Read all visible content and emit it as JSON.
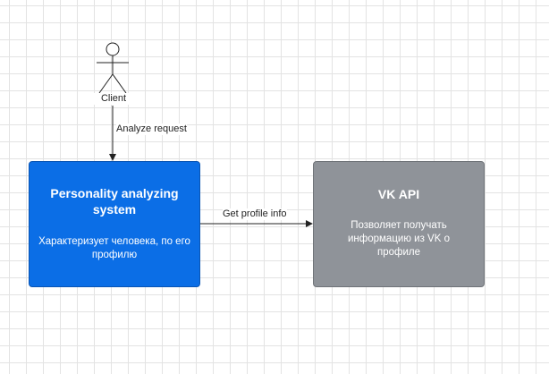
{
  "diagram": {
    "actor": {
      "label": "Client"
    },
    "edges": {
      "analyze_request": "Analyze request",
      "get_profile_info": "Get profile info"
    },
    "nodes": {
      "system": {
        "title": "Personality analyzing system",
        "description": "Характеризует человека, по его профилю",
        "fill": "#0b6ee6"
      },
      "vk_api": {
        "title": "VK API",
        "description": "Позволяет получать информацию из VK о профиле",
        "fill": "#8f9399"
      }
    }
  }
}
